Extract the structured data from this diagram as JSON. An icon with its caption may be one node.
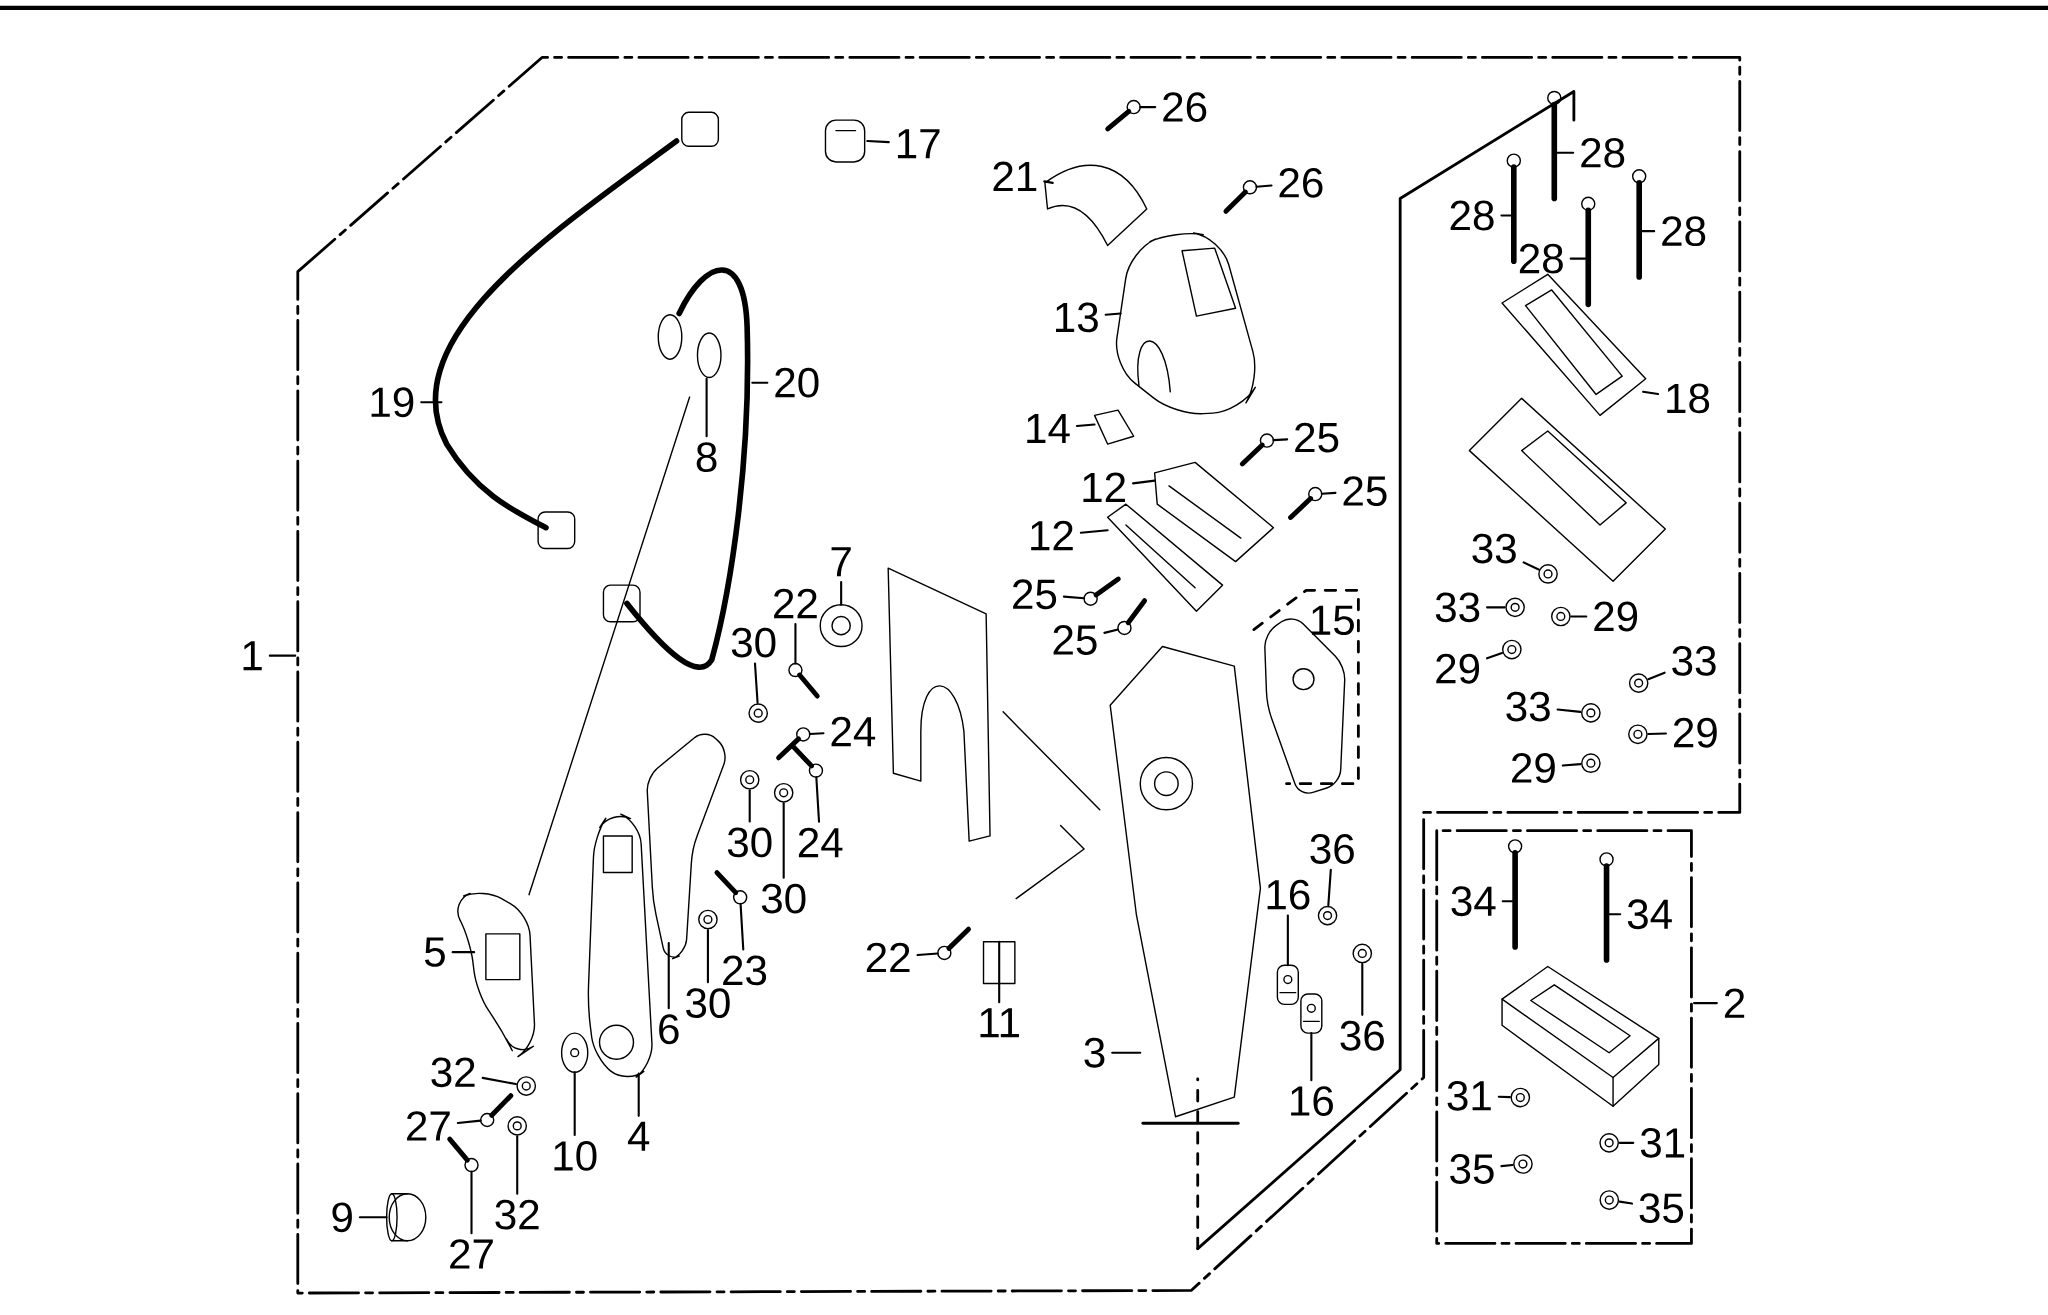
{
  "diagram": {
    "nodes": [
      {
        "text": [
          "26"
        ]
      },
      {
        "text": [
          "17"
        ]
      },
      {
        "text": [
          "21"
        ]
      },
      {
        "text": [
          "26"
        ]
      },
      {
        "text": [
          "28"
        ]
      },
      {
        "text": [
          "28"
        ]
      },
      {
        "text": [
          "28"
        ]
      },
      {
        "text": [
          "28"
        ]
      },
      {
        "text": [
          "13"
        ]
      },
      {
        "text": [
          "20"
        ]
      },
      {
        "text": [
          "18"
        ]
      },
      {
        "text": [
          "19"
        ]
      },
      {
        "text": [
          "14"
        ]
      },
      {
        "text": [
          "25"
        ]
      },
      {
        "text": [
          "8"
        ]
      },
      {
        "text": [
          "12"
        ]
      },
      {
        "text": [
          "25"
        ]
      },
      {
        "text": [
          "12"
        ]
      },
      {
        "text": [
          "33"
        ]
      },
      {
        "text": [
          "7"
        ]
      },
      {
        "text": [
          "25"
        ]
      },
      {
        "text": [
          "22"
        ]
      },
      {
        "text": [
          "33"
        ]
      },
      {
        "text": [
          "29"
        ]
      },
      {
        "text": [
          "25"
        ]
      },
      {
        "text": [
          "30"
        ]
      },
      {
        "text": [
          "1"
        ]
      },
      {
        "text": [
          "29"
        ]
      },
      {
        "text": [
          "33"
        ]
      },
      {
        "text": [
          "33"
        ]
      },
      {
        "text": [
          "24"
        ]
      },
      {
        "text": [
          "29"
        ]
      },
      {
        "text": [
          "29"
        ]
      },
      {
        "text": [
          "30"
        ]
      },
      {
        "text": [
          "24"
        ]
      },
      {
        "text": [
          "36"
        ]
      },
      {
        "text": [
          "30"
        ]
      },
      {
        "text": [
          "34"
        ]
      },
      {
        "text": [
          "34"
        ]
      },
      {
        "text": [
          "16"
        ]
      },
      {
        "text": [
          "5"
        ]
      },
      {
        "text": [
          "22"
        ]
      },
      {
        "text": [
          "23"
        ]
      },
      {
        "text": [
          "30"
        ]
      },
      {
        "text": [
          "2"
        ]
      },
      {
        "text": [
          "11"
        ]
      },
      {
        "text": [
          "6"
        ]
      },
      {
        "text": [
          "36"
        ]
      },
      {
        "text": [
          "3"
        ]
      },
      {
        "text": [
          "32"
        ]
      },
      {
        "text": [
          "16"
        ]
      },
      {
        "text": [
          "31"
        ]
      },
      {
        "text": [
          "27"
        ]
      },
      {
        "text": [
          "4"
        ]
      },
      {
        "text": [
          "31"
        ]
      },
      {
        "text": [
          "10"
        ]
      },
      {
        "text": [
          "35"
        ]
      },
      {
        "text": [
          "35"
        ]
      },
      {
        "text": [
          "9"
        ]
      },
      {
        "text": [
          "32"
        ]
      },
      {
        "text": [
          "27"
        ]
      },
      {
        "text": [],
        "shape": "picture"
      },
      {
        "text": [],
        "shape": "picture"
      },
      {
        "text": [],
        "shape": "picture"
      },
      {
        "text": [],
        "shape": "picture"
      },
      {
        "text": [],
        "shape": "picture"
      },
      {
        "text": [],
        "shape": "picture"
      },
      {
        "text": [],
        "shape": "picture"
      },
      {
        "text": [],
        "shape": "picture"
      },
      {
        "text": [],
        "shape": "picture"
      },
      {
        "text": [],
        "shape": "picture"
      },
      {
        "text": [],
        "shape": "picture"
      },
      {
        "text": [],
        "shape": "picture"
      },
      {
        "text": [],
        "shape": "picture"
      },
      {
        "text": [],
        "shape": "picture"
      },
      {
        "text": [],
        "shape": "picture"
      },
      {
        "text": [],
        "shape": "picture"
      },
      {
        "text": [],
        "shape": "picture"
      },
      {
        "text": [],
        "shape": "picture"
      },
      {
        "text": [],
        "shape": "picture"
      },
      {
        "text": [],
        "shape": "picture"
      },
      {
        "text": [],
        "shape": "picture"
      },
      {
        "text": [],
        "shape": "picture"
      },
      {
        "text": [],
        "shape": "picture"
      },
      {
        "text": [],
        "shape": "picture"
      },
      {
        "text": [],
        "shape": "picture"
      },
      {
        "text": [],
        "shape": "picture"
      },
      {
        "text": [],
        "shape": "picture"
      },
      {
        "text": [],
        "shape": "picture"
      },
      {
        "text": [],
        "shape": "picture"
      },
      {
        "text": [],
        "shape": "picture"
      },
      {
        "text": [],
        "shape": "picture"
      },
      {
        "text": [],
        "shape": "picture"
      },
      {
        "text": [],
        "shape": "picture"
      },
      {
        "text": [],
        "shape": "picture"
      },
      {
        "text": [],
        "shape": "picture"
      },
      {
        "text": [],
        "shape": "picture"
      },
      {
        "text": [],
        "shape": "picture"
      },
      {
        "text": [],
        "shape": "picture"
      },
      {
        "text": [],
        "shape": "picture"
      },
      {
        "text": [],
        "shape": "picture"
      },
      {
        "text": [],
        "shape": "picture"
      },
      {
        "text": [],
        "shape": "picture"
      },
      {
        "text": [],
        "shape": "picture"
      },
      {
        "text": [],
        "shape": "picture"
      },
      {
        "text": [],
        "shape": "picture"
      },
      {
        "text": [],
        "shape": "picture"
      },
      {
        "text": [],
        "shape": "picture"
      },
      {
        "text": [],
        "shape": "picture"
      },
      {
        "text": [],
        "shape": "picture"
      },
      {
        "text": [],
        "shape": "picture"
      },
      {
        "text": [],
        "shape": "picture"
      },
      {
        "text": [],
        "shape": "picture"
      },
      {
        "text": [],
        "shape": "picture"
      },
      {
        "text": [],
        "shape": "picture"
      },
      {
        "text": [],
        "shape": "picture"
      },
      {
        "text": [],
        "shape": "picture"
      },
      {
        "text": [],
        "shape": "picture"
      },
      {
        "text": [],
        "shape": "picture"
      },
      {
        "text": [],
        "shape": "picture"
      }
    ],
    "edges": [
      {
        "from": 0,
        "to": 61,
        "arrow": "none"
      },
      {
        "from": 1,
        "to": 62,
        "arrow": "none"
      },
      {
        "from": 2,
        "to": 63,
        "arrow": "none"
      },
      {
        "from": 3,
        "to": 64,
        "arrow": "none"
      },
      {
        "from": 4,
        "to": 65,
        "arrow": "none"
      },
      {
        "from": 5,
        "to": 66,
        "arrow": "none"
      },
      {
        "from": 6,
        "to": 67,
        "arrow": "none"
      },
      {
        "from": 7,
        "to": 68,
        "arrow": "none"
      },
      {
        "from": 8,
        "to": 69,
        "arrow": "none"
      },
      {
        "from": 9,
        "to": 70,
        "arrow": "none"
      },
      {
        "from": 10,
        "to": 71,
        "arrow": "none"
      },
      {
        "from": 11,
        "to": 72,
        "arrow": "none"
      },
      {
        "from": 12,
        "to": 73,
        "arrow": "none"
      },
      {
        "from": 13,
        "to": 74,
        "arrow": "none"
      },
      {
        "from": 14,
        "to": 75,
        "arrow": "none"
      },
      {
        "from": 15,
        "to": 76,
        "arrow": "none"
      },
      {
        "from": 16,
        "to": 77,
        "arrow": "none"
      },
      {
        "from": 17,
        "to": 78,
        "arrow": "none"
      },
      {
        "from": 18,
        "to": 79,
        "arrow": "none"
      },
      {
        "from": 19,
        "to": 80,
        "arrow": "none"
      },
      {
        "from": 20,
        "to": 81,
        "arrow": "none"
      },
      {
        "from": 21,
        "to": 82,
        "arrow": "none"
      },
      {
        "from": 22,
        "to": 83,
        "arrow": "none"
      },
      {
        "from": 23,
        "to": 84,
        "arrow": "none"
      },
      {
        "from": 24,
        "to": 85,
        "arrow": "none"
      },
      {
        "from": 25,
        "to": 86,
        "arrow": "none"
      },
      {
        "from": 26,
        "to": null,
        "arrow": "none"
      },
      {
        "from": 27,
        "to": 87,
        "arrow": "none"
      },
      {
        "from": 28,
        "to": 88,
        "arrow": "none"
      },
      {
        "from": 29,
        "to": 89,
        "arrow": "none"
      },
      {
        "from": 30,
        "to": 90,
        "arrow": "none"
      },
      {
        "from": 31,
        "to": 91,
        "arrow": "none"
      },
      {
        "from": 32,
        "to": 92,
        "arrow": "none"
      },
      {
        "from": 33,
        "to": 93,
        "arrow": "none"
      },
      {
        "from": 34,
        "to": 94,
        "arrow": "none"
      },
      {
        "from": 35,
        "to": 95,
        "arrow": "none"
      },
      {
        "from": 36,
        "to": 96,
        "arrow": "none"
      },
      {
        "from": 37,
        "to": 97,
        "arrow": "none"
      },
      {
        "from": 38,
        "to": 98,
        "arrow": "none"
      },
      {
        "from": 39,
        "to": 99,
        "arrow": "none"
      },
      {
        "from": 40,
        "to": 100,
        "arrow": "none"
      },
      {
        "from": 41,
        "to": 101,
        "arrow": "none"
      },
      {
        "from": 42,
        "to": 102,
        "arrow": "none"
      },
      {
        "from": 43,
        "to": 103,
        "arrow": "none"
      },
      {
        "from": 44,
        "to": null,
        "arrow": "none"
      },
      {
        "from": 45,
        "to": 104,
        "arrow": "none"
      },
      {
        "from": 46,
        "to": 105,
        "arrow": "none"
      },
      {
        "from": 47,
        "to": 106,
        "arrow": "none"
      },
      {
        "from": 48,
        "to": 107,
        "arrow": "none"
      },
      {
        "from": 49,
        "to": 108,
        "arrow": "none"
      },
      {
        "from": 50,
        "to": 109,
        "arrow": "none"
      },
      {
        "from": 51,
        "to": 110,
        "arrow": "none"
      },
      {
        "from": 52,
        "to": 111,
        "arrow": "none"
      },
      {
        "from": 53,
        "to": 112,
        "arrow": "none"
      },
      {
        "from": 54,
        "to": 113,
        "arrow": "none"
      },
      {
        "from": 55,
        "to": 114,
        "arrow": "none"
      },
      {
        "from": 56,
        "to": 115,
        "arrow": "none"
      },
      {
        "from": 57,
        "to": 116,
        "arrow": "none"
      },
      {
        "from": 58,
        "to": 117,
        "arrow": "none"
      },
      {
        "from": 59,
        "to": 118,
        "arrow": "none"
      },
      {
        "from": 60,
        "to": 119,
        "arrow": "none"
      }
    ],
    "labels": [
      "15"
    ]
  }
}
